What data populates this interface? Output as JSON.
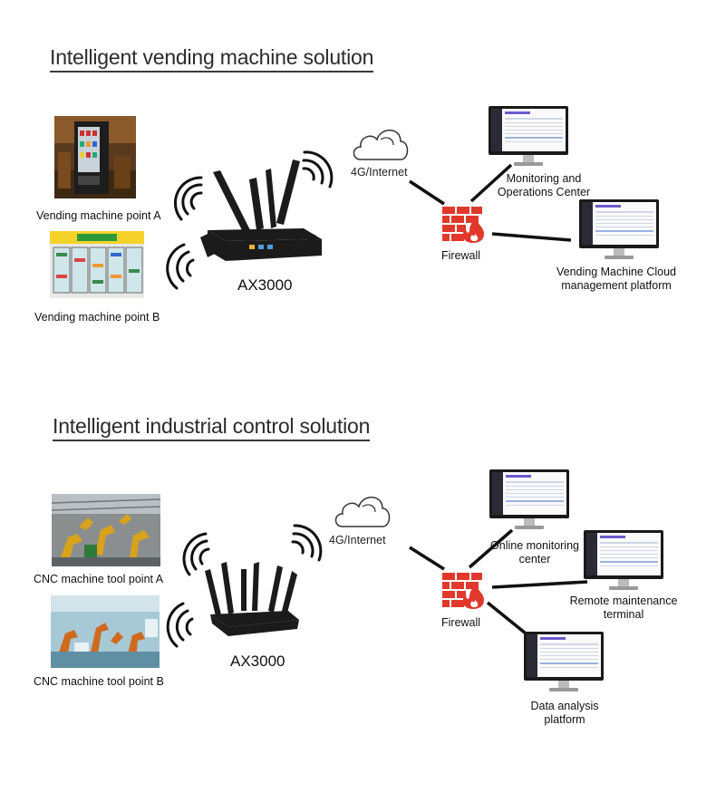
{
  "section1": {
    "title": "Intelligent vending machine solution",
    "endpoint_a": "Vending machine point A",
    "endpoint_b": "Vending machine point B",
    "router_model": "AX3000",
    "network": "4G/Internet",
    "firewall": "Firewall",
    "monitor1": "Monitoring and Operations Center",
    "monitor2": "Vending Machine Cloud management platform"
  },
  "section2": {
    "title": "Intelligent industrial control solution",
    "endpoint_a": "CNC machine tool point A",
    "endpoint_b": "CNC machine tool point B",
    "router_model": "AX3000",
    "network": "4G/Internet",
    "firewall": "Firewall",
    "monitor1": "Online monitoring center",
    "monitor2": "Remote maintenance terminal",
    "monitor3": "Data analysis platform"
  },
  "colors": {
    "firewall": "#e0392b",
    "line": "#111111",
    "screen": "#1a1a1a"
  }
}
